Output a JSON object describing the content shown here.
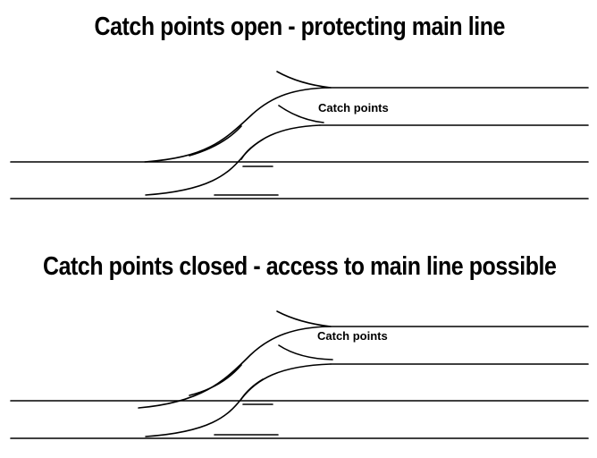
{
  "diagram": {
    "panels": [
      {
        "state": "open",
        "title": "Catch points open - protecting main line",
        "label": "Catch points"
      },
      {
        "state": "closed",
        "title": "Catch points closed - access to main line possible",
        "label": "Catch points"
      }
    ]
  }
}
